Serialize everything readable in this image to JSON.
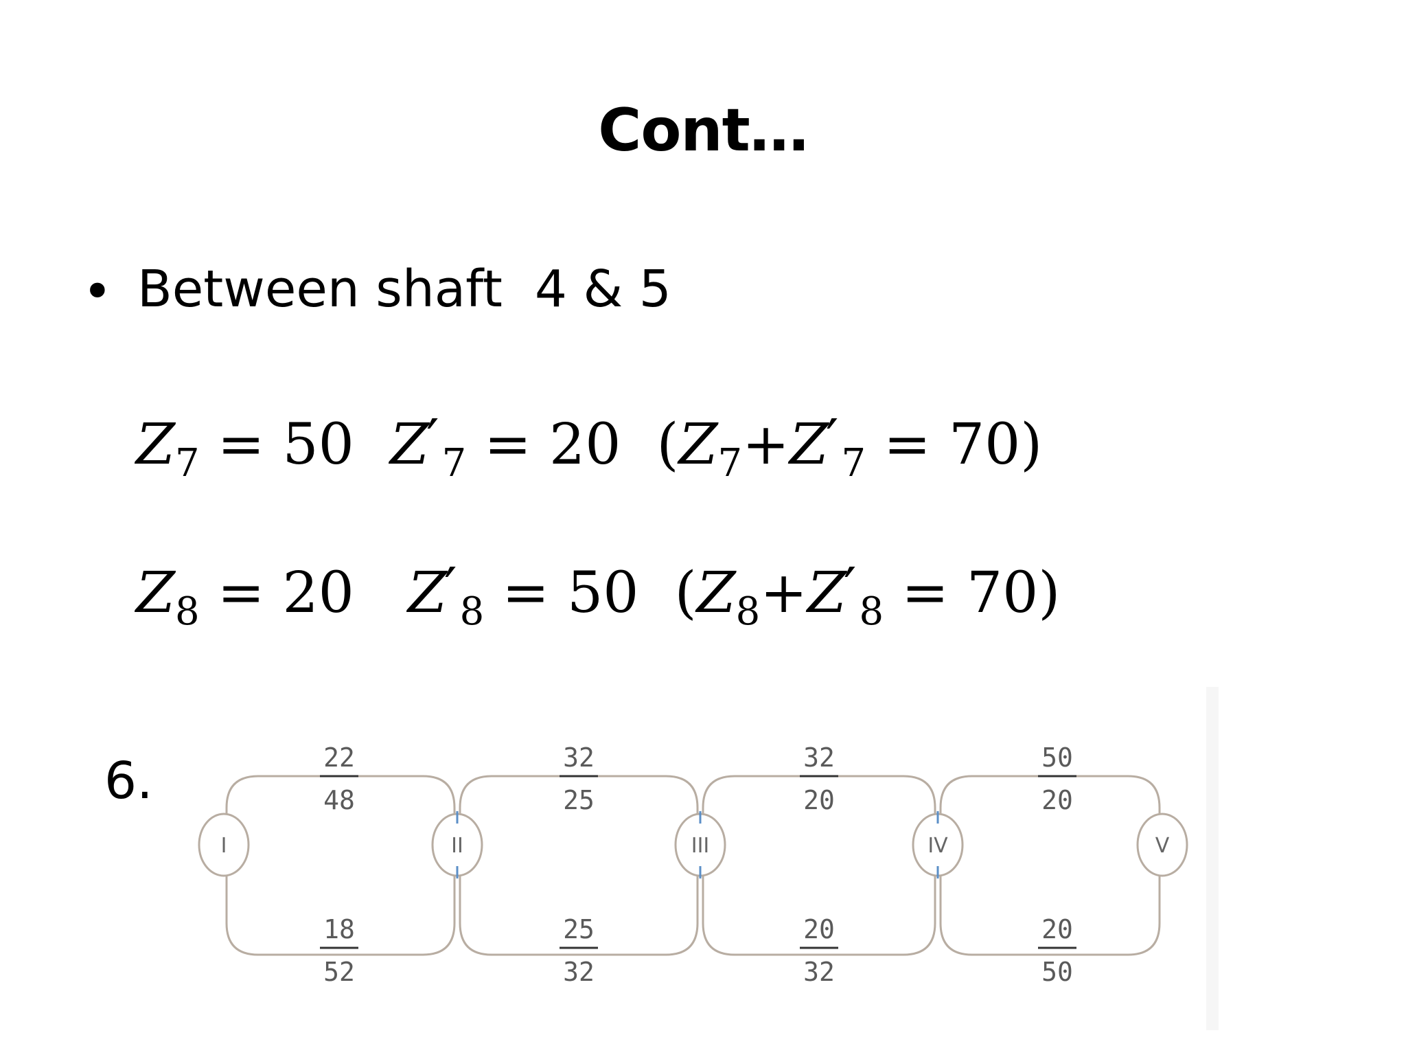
{
  "slide": {
    "title": "Cont…",
    "bullet_symbol": "•",
    "bullet_text": "Between shaft  4 & 5",
    "item_number": "6."
  },
  "equations": [
    {
      "a_symbol": "Z",
      "a_sub": "7",
      "a_value": "50",
      "b_symbol": "Z",
      "b_sub": "7",
      "b_value": "20",
      "sum_value": "70"
    },
    {
      "a_symbol": "Z",
      "a_sub": "8",
      "a_value": "20",
      "b_symbol": "Z",
      "b_sub": "8",
      "b_value": "50",
      "sum_value": "70"
    }
  ],
  "gear_diagram": {
    "shafts": [
      "I",
      "II",
      "III",
      "IV",
      "V"
    ],
    "top_ratios": [
      {
        "num": "22",
        "den": "48"
      },
      {
        "num": "32",
        "den": "25"
      },
      {
        "num": "32",
        "den": "20"
      },
      {
        "num": "50",
        "den": "20"
      }
    ],
    "bottom_ratios": [
      {
        "num": "18",
        "den": "52"
      },
      {
        "num": "25",
        "den": "32"
      },
      {
        "num": "20",
        "den": "32"
      },
      {
        "num": "20",
        "den": "50"
      }
    ],
    "colors": {
      "line": "#b8ada2",
      "text": "#5a5a5a",
      "shaft_marker": "#5b8fc7"
    }
  }
}
